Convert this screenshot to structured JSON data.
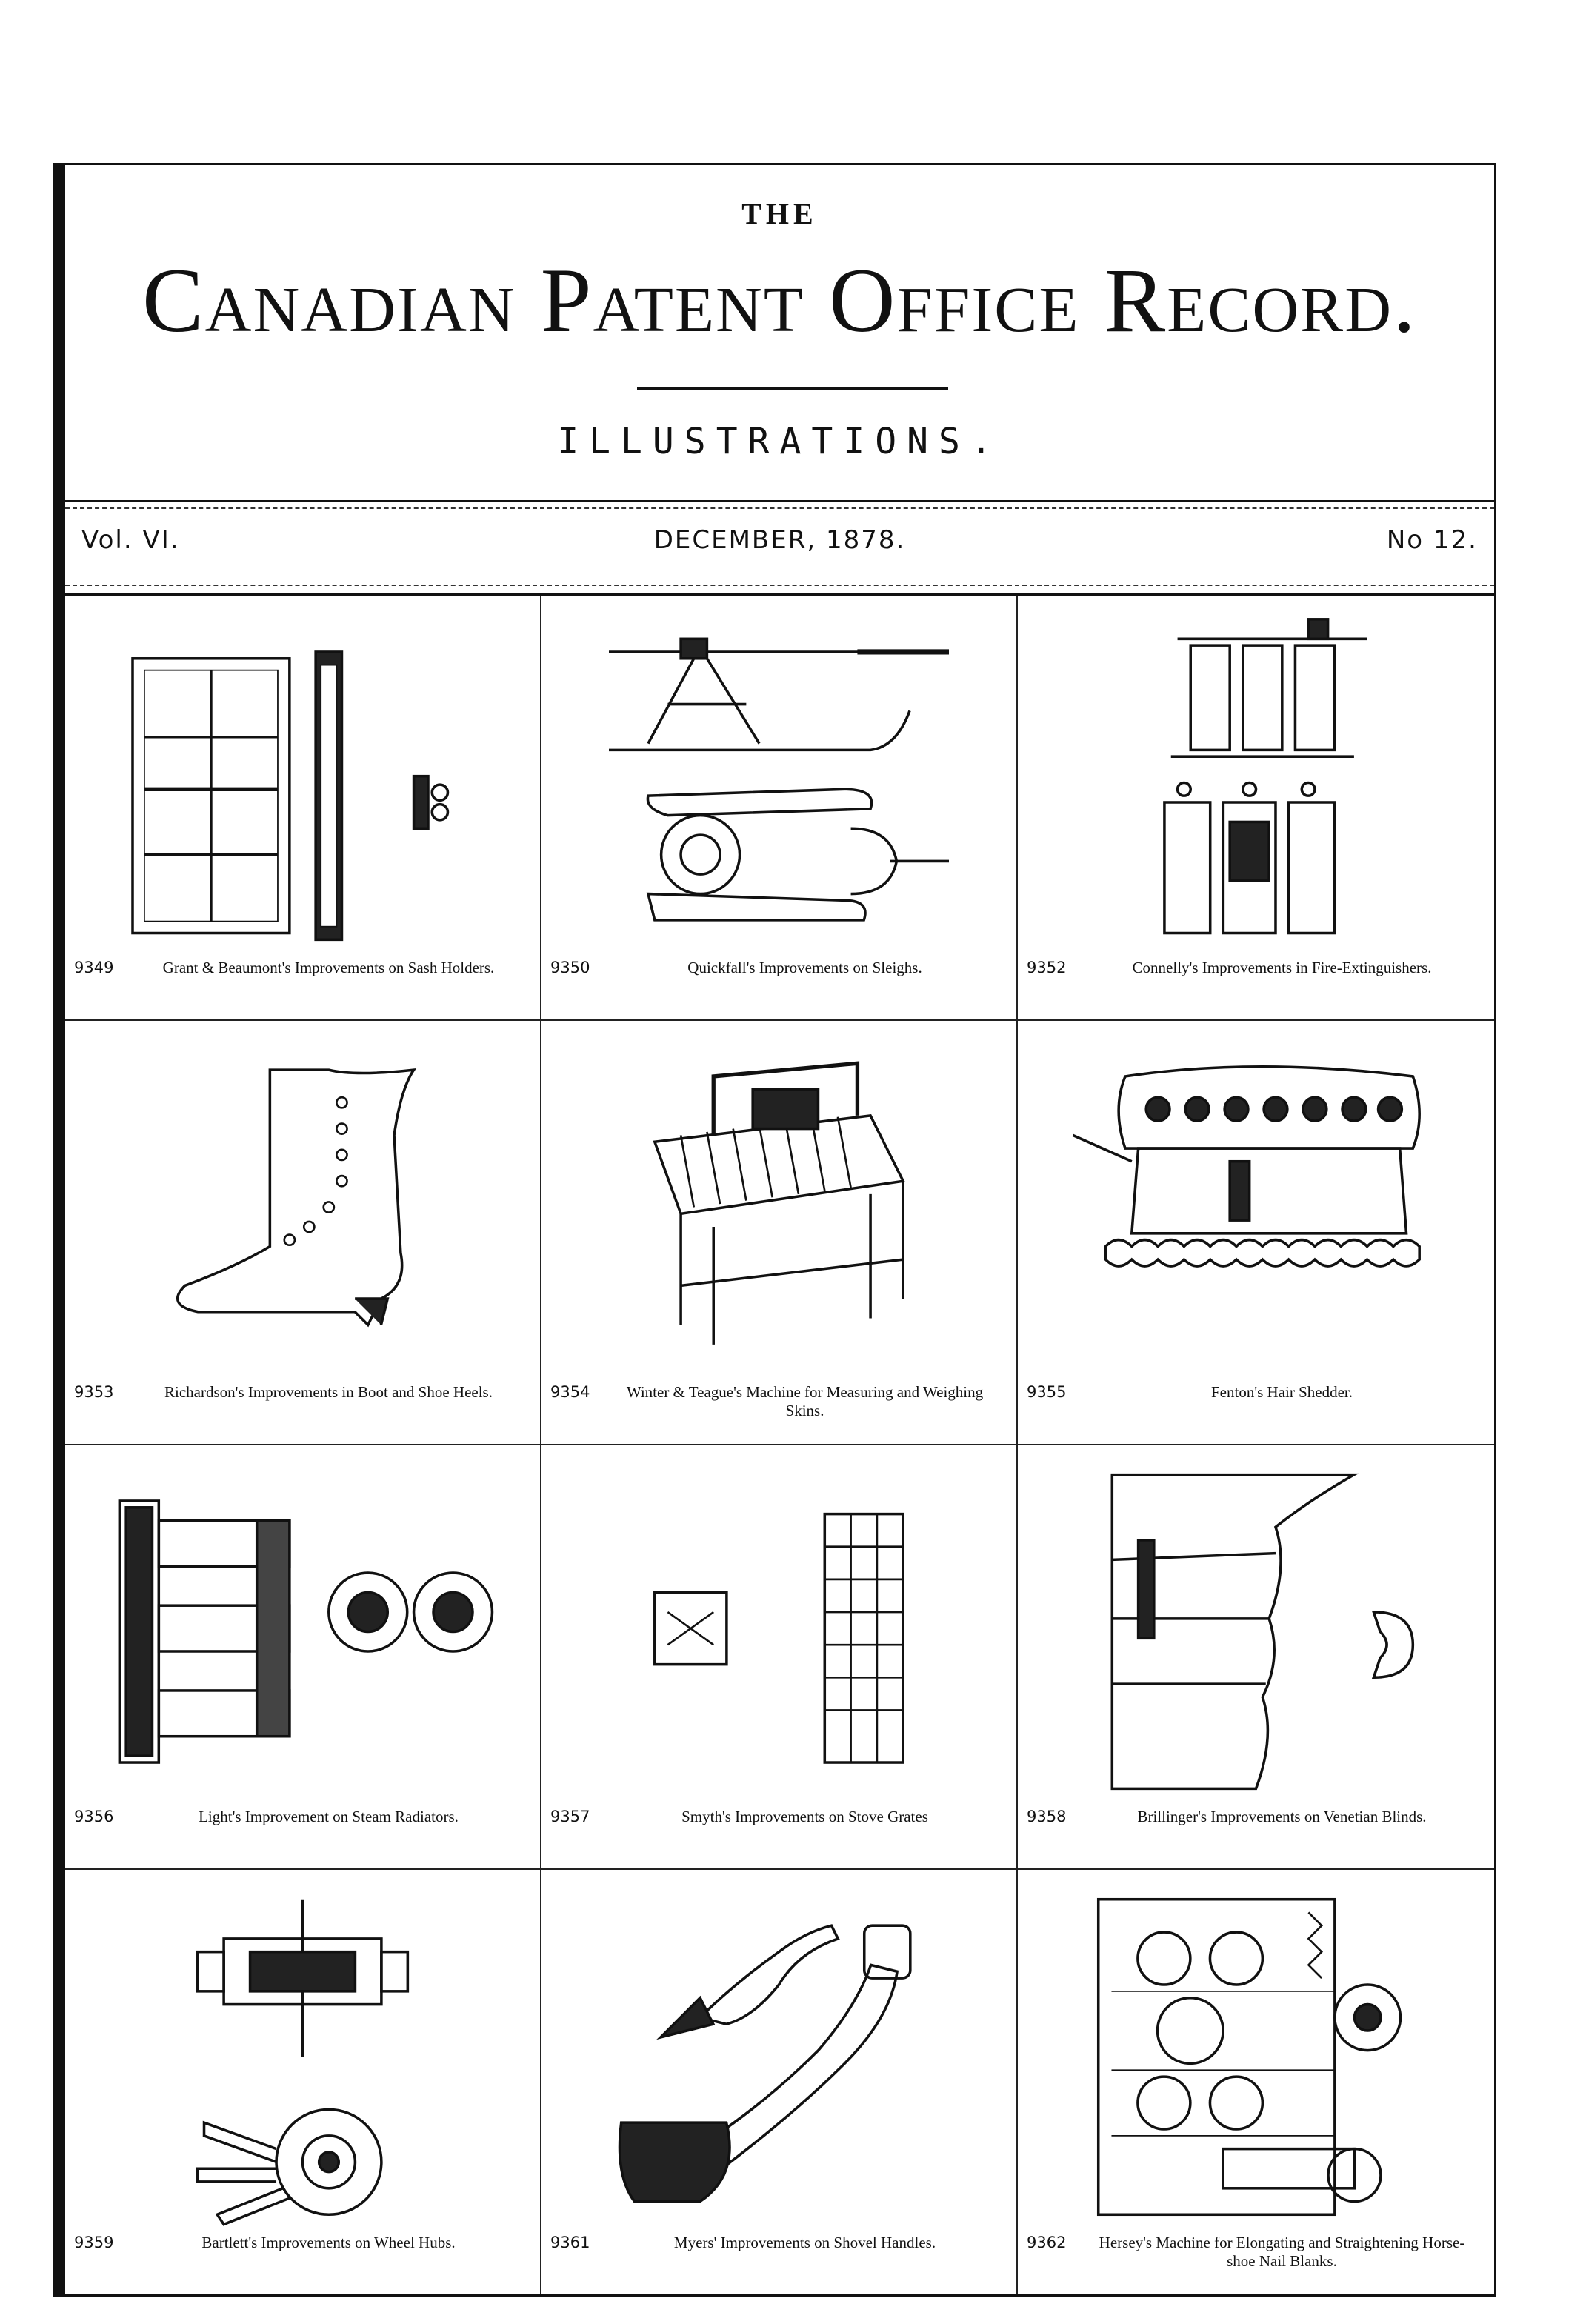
{
  "masthead": {
    "the": "THE",
    "title": "Canadian Patent Office Record.",
    "subtitle": "ILLUSTRATIONS."
  },
  "issue": {
    "volume": "Vol. VI.",
    "date": "DECEMBER, 1878.",
    "number": "No 12."
  },
  "figures": [
    {
      "number": "9349",
      "caption": "Grant & Beaumont's Improvements on Sash Holders."
    },
    {
      "number": "9350",
      "caption": "Quickfall's Improvements on Sleighs."
    },
    {
      "number": "9352",
      "caption": "Connelly's Improvements in Fire-Extinguishers."
    },
    {
      "number": "9353",
      "caption": "Richardson's Improvements in Boot and Shoe Heels."
    },
    {
      "number": "9354",
      "caption": "Winter & Teague's Machine for Measuring and Weighing Skins."
    },
    {
      "number": "9355",
      "caption": "Fenton's Hair Shedder."
    },
    {
      "number": "9356",
      "caption": "Light's Improvement on Steam Radiators."
    },
    {
      "number": "9357",
      "caption": "Smyth's Improvements on Stove Grates"
    },
    {
      "number": "9358",
      "caption": "Brillinger's Improvements on Venetian Blinds."
    },
    {
      "number": "9359",
      "caption": "Bartlett's Improvements on Wheel Hubs."
    },
    {
      "number": "9361",
      "caption": "Myers' Improvements on Shovel Handles."
    },
    {
      "number": "9362",
      "caption": "Hersey's Machine for Elongating and Straightening Horse-shoe Nail Blanks."
    }
  ]
}
